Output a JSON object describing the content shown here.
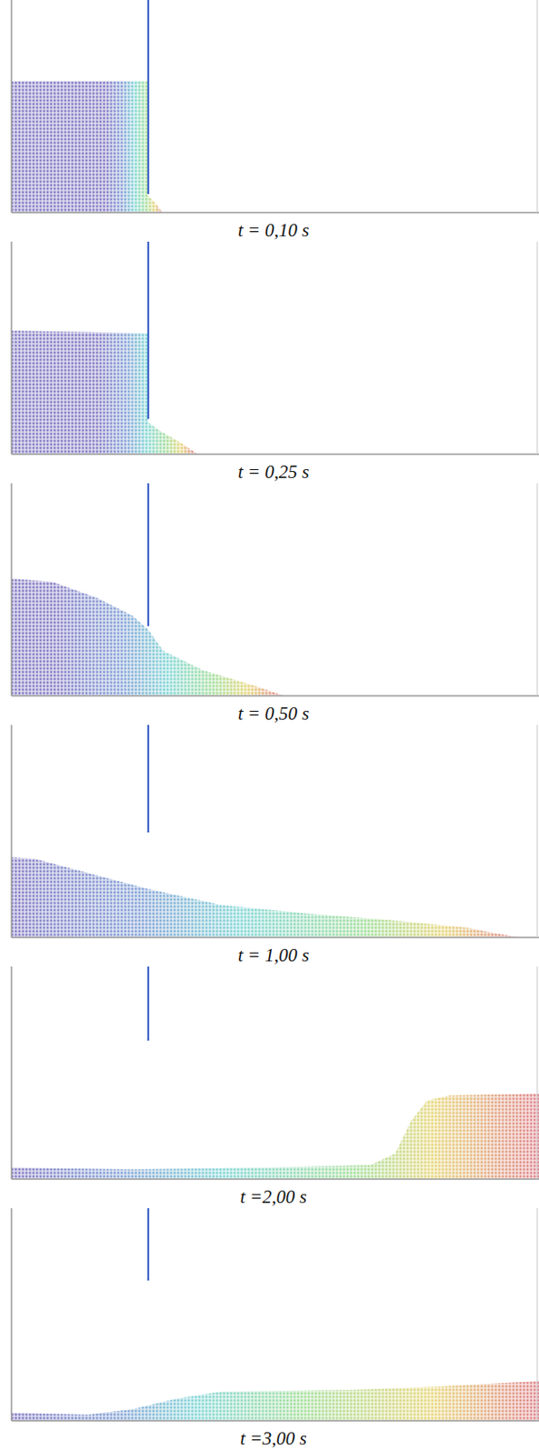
{
  "diagram": {
    "labels": [
      "t = 0,10 s",
      "t = 0,25 s",
      "t = 0,50 s",
      "t = 1,00 s",
      "t =2,00 s",
      "t =3,00 s"
    ]
  }
}
